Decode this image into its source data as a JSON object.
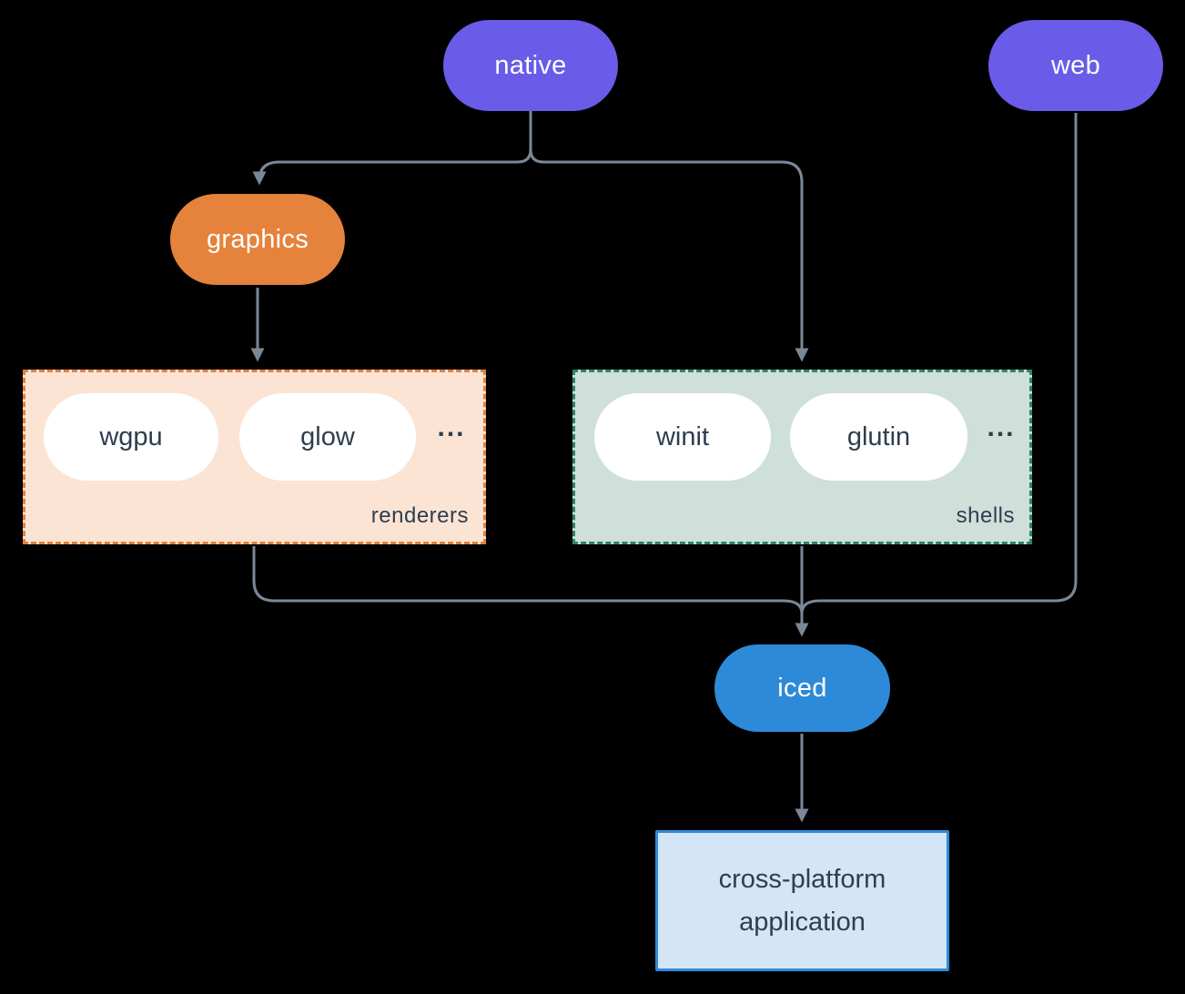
{
  "diagram": {
    "colors": {
      "background": "#000000",
      "native_pill": "#6A5BE8",
      "web_pill": "#6A5BE8",
      "graphics_pill": "#E5823B",
      "iced_pill": "#2D8AD8",
      "renderers_box_bg": "#FBE4D4",
      "renderers_box_border": "#E0813C",
      "shells_box_bg": "#CFE0DA",
      "shells_box_border": "#2B8471",
      "application_box_bg": "#D3E5F6",
      "application_box_border": "#2E8BD9",
      "connector_line": "#7A8898",
      "dark_text": "#2F3E4E",
      "light_text": "#FFFFFF"
    },
    "nodes": {
      "native": "native",
      "web": "web",
      "graphics": "graphics",
      "iced": "iced"
    },
    "renderers": {
      "label": "renderers",
      "items": [
        "wgpu",
        "glow"
      ],
      "more": "..."
    },
    "shells": {
      "label": "shells",
      "items": [
        "winit",
        "glutin"
      ],
      "more": "..."
    },
    "application": {
      "line1": "cross-platform",
      "line2": "application"
    },
    "edges": [
      {
        "from": "native",
        "to": "graphics"
      },
      {
        "from": "native",
        "to": "shells"
      },
      {
        "from": "graphics",
        "to": "renderers"
      },
      {
        "from": "renderers",
        "to": "iced"
      },
      {
        "from": "shells",
        "to": "iced"
      },
      {
        "from": "web",
        "to": "iced"
      },
      {
        "from": "iced",
        "to": "application"
      }
    ]
  }
}
